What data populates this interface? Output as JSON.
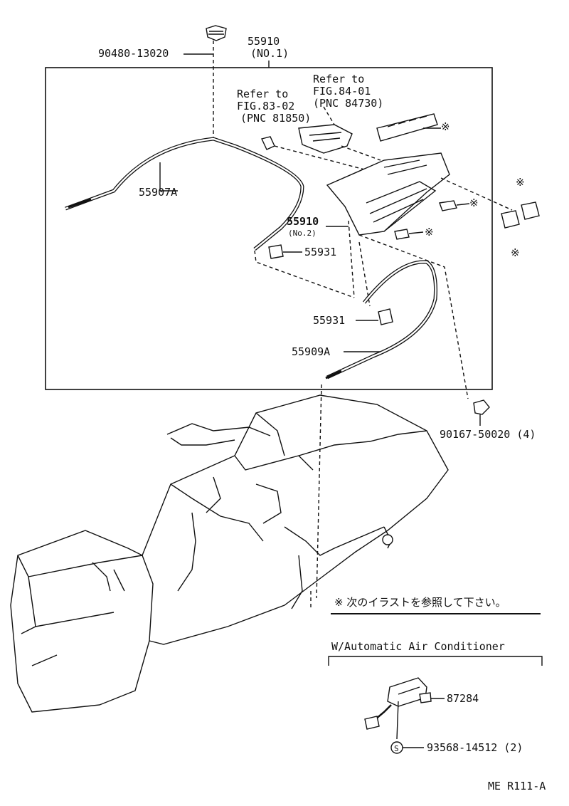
{
  "parts": {
    "screw_top": "90480-13020",
    "control_no1_num": "55910",
    "control_no1_sub": "(NO.1)",
    "cable_a": "55907A",
    "control_no2_num": "55910",
    "control_no2_sub": "(No.2)",
    "clamp_1": "55931",
    "clamp_2": "55931",
    "cable_b": "55909A",
    "screw_right": "90167-50020 (4)",
    "sensor": "87284",
    "screw_sensor": "93568-14512 (2)",
    "screw_sensor_tag": "S"
  },
  "refs": {
    "ref1_line1": "Refer to",
    "ref1_line2": "FIG.84-01",
    "ref1_line3": "(PNC 84730)",
    "ref2_line1": "Refer to",
    "ref2_line2": "FIG.83-02",
    "ref2_line3": "(PNC 81850)"
  },
  "notes": {
    "japanese_note": "※ 次のイラストを参照して下さい。",
    "auto_ac_title": "W/Automatic Air Conditioner",
    "code": "ME R111-A",
    "mark": "※"
  }
}
